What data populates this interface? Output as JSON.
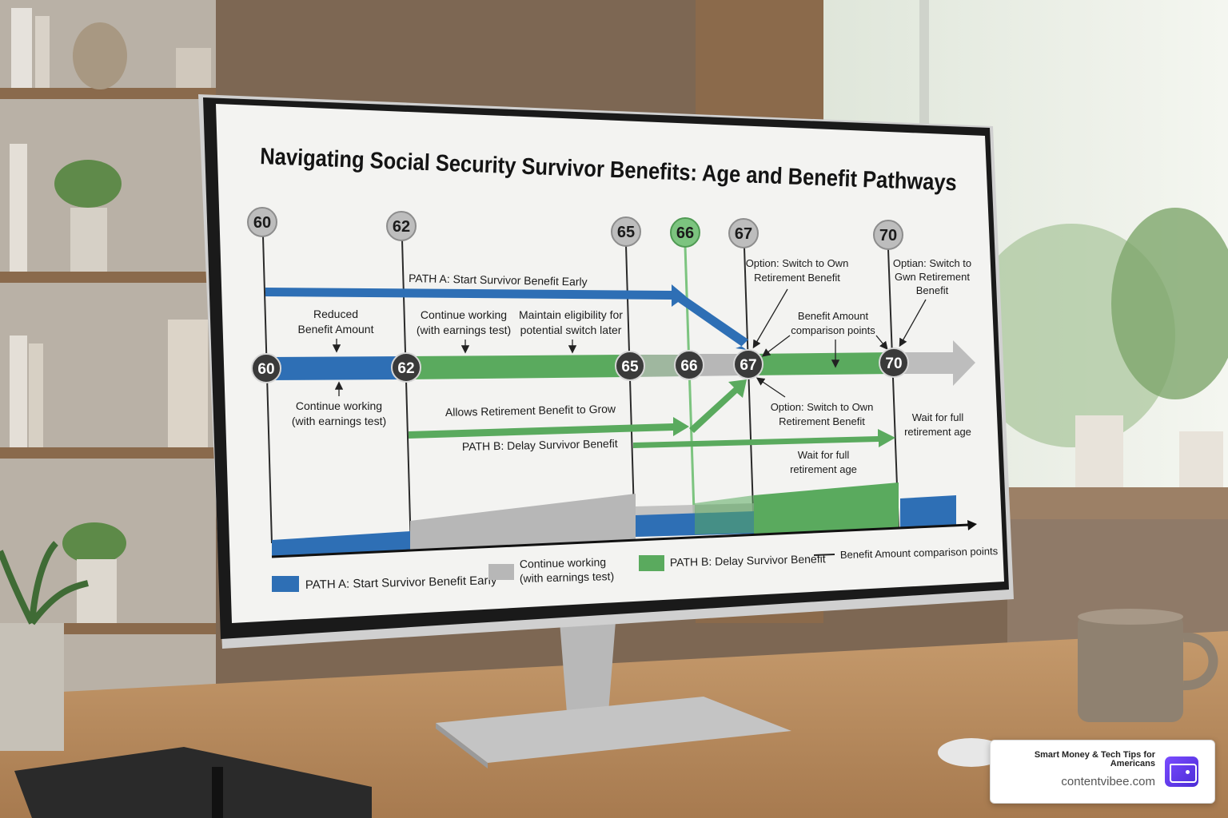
{
  "diagram": {
    "title": "Navigating Social Security Survivor Benefits: Age and Benefit Pathways",
    "top_ages": [
      "60",
      "62",
      "65",
      "66",
      "67",
      "70"
    ],
    "timeline_ages": [
      "60",
      "62",
      "65",
      "66",
      "67",
      "70"
    ],
    "path_a_label": "PATH A: Start Survivor Benefit Early",
    "path_b_label": "PATH B: Delay Survivor Benefit",
    "reduced_benefit": [
      "Reduced",
      "Benefit Amount"
    ],
    "continue_working_top": [
      "Continue working",
      "(with earnings test)"
    ],
    "maintain_eligibility": [
      "Maintain eligibility for",
      "potential switch later"
    ],
    "continue_working_bottom": [
      "Continue working",
      "(with earnings test)"
    ],
    "allows_growth": "Allows Retirement Benefit to Grow",
    "option_switch_67_top": [
      "Option: Switch to Own",
      "Retirement Benefit"
    ],
    "option_switch_70": [
      "Optian: Switch to",
      "Gwn Retirement",
      "Benefit"
    ],
    "benefit_comparison": [
      "Benefit Amount",
      "comparison points"
    ],
    "option_switch_67_bottom": [
      "Option: Switch to Own",
      "Retirement Benefit"
    ],
    "wait_full_mid": [
      "Wait for full",
      "retirement age"
    ],
    "wait_full_right": [
      "Wait for full",
      "retirement age"
    ],
    "legend": {
      "path_a": "PATH A: Start Survivor Benefit Early",
      "continue_working": [
        "Continue working",
        "(with earnings test)"
      ],
      "path_b": "PATH B: Delay Survivor Benefit",
      "comparison": "Benefit Amount comparison points"
    },
    "colors": {
      "path_a": "#2e6fb5",
      "path_b": "#5aaa5e",
      "continue": "#b7b7b7",
      "highlight_66": "#7cc47f",
      "badge_dark": "#3a3a3a",
      "badge_light": "#bdbdbd"
    }
  },
  "watermark": {
    "tagline": "Smart Money & Tech Tips for Americans",
    "domain": "contentvibee.com",
    "logo_icon": "wallet-icon"
  }
}
